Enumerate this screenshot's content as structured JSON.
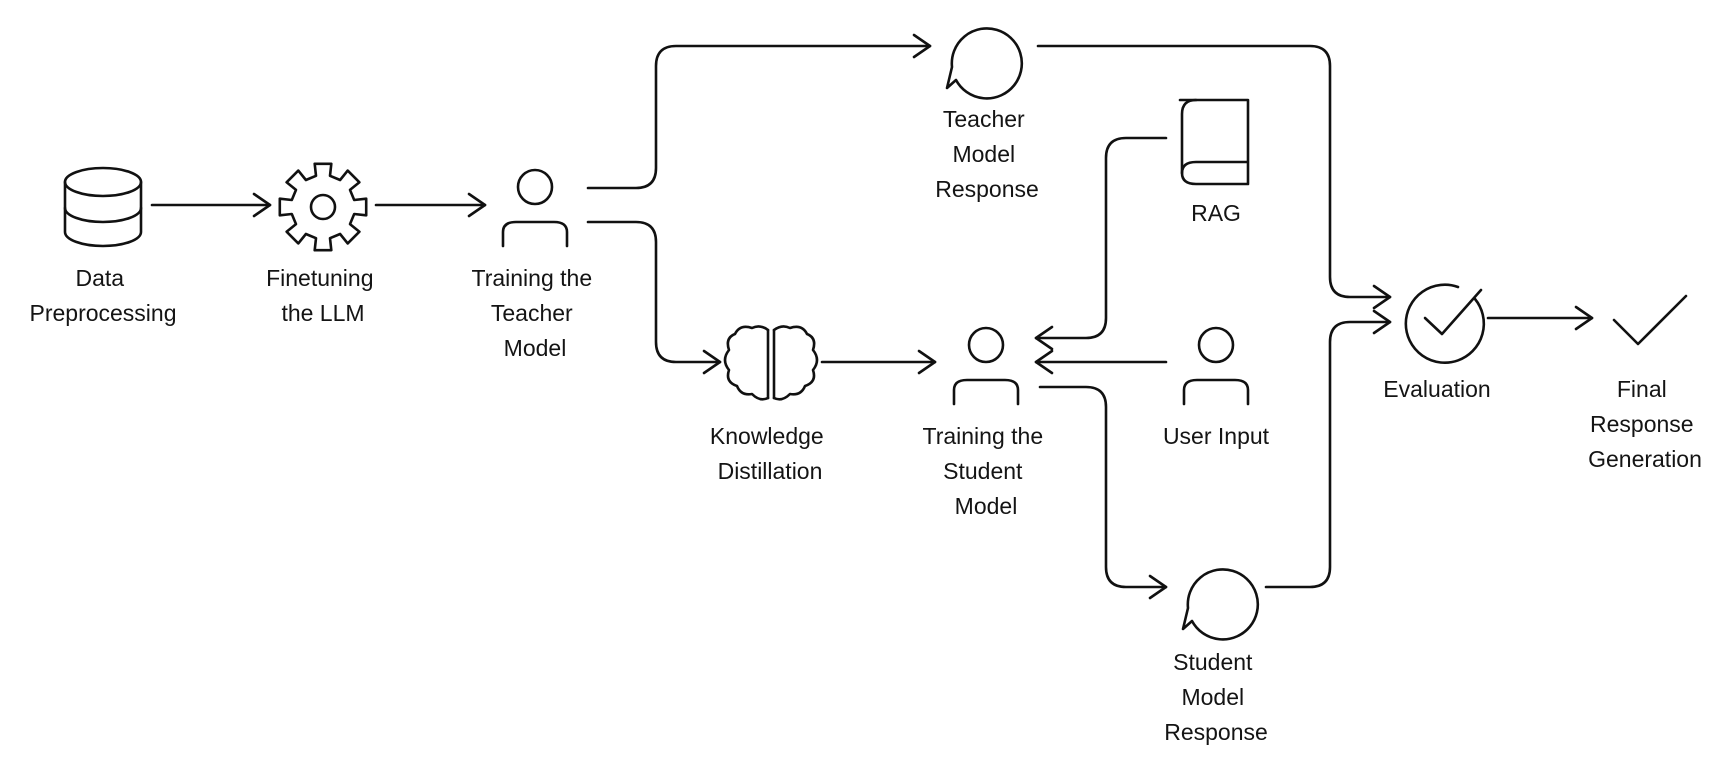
{
  "nodes": {
    "data_preprocessing": {
      "lines": [
        "Data",
        "Preprocessing"
      ],
      "icon": "database-icon"
    },
    "finetuning": {
      "lines": [
        "Finetuning",
        "the LLM"
      ],
      "icon": "gear-icon"
    },
    "training_teacher": {
      "lines": [
        "Training the",
        "Teacher",
        "Model"
      ],
      "icon": "person-icon"
    },
    "teacher_response": {
      "lines": [
        "Teacher",
        "Model",
        "Response"
      ],
      "icon": "speech-bubble-icon"
    },
    "knowledge_distillation": {
      "lines": [
        "Knowledge",
        "Distillation"
      ],
      "icon": "brain-icon"
    },
    "training_student": {
      "lines": [
        "Training the",
        "Student",
        "Model"
      ],
      "icon": "person-icon"
    },
    "rag": {
      "lines": [
        "RAG"
      ],
      "icon": "book-icon"
    },
    "user_input": {
      "lines": [
        "User Input"
      ],
      "icon": "person-icon"
    },
    "student_response": {
      "lines": [
        "Student",
        "Model",
        "Response"
      ],
      "icon": "speech-bubble-icon"
    },
    "evaluation": {
      "lines": [
        "Evaluation"
      ],
      "icon": "check-circle-icon"
    },
    "final_response": {
      "lines": [
        "Final",
        "Response",
        "Generation"
      ],
      "icon": "check-icon"
    }
  },
  "edges": [
    [
      "data_preprocessing",
      "finetuning"
    ],
    [
      "finetuning",
      "training_teacher"
    ],
    [
      "training_teacher",
      "teacher_response"
    ],
    [
      "training_teacher",
      "knowledge_distillation"
    ],
    [
      "knowledge_distillation",
      "training_student"
    ],
    [
      "rag",
      "training_student"
    ],
    [
      "user_input",
      "training_student"
    ],
    [
      "training_student",
      "student_response"
    ],
    [
      "teacher_response",
      "evaluation"
    ],
    [
      "student_response",
      "evaluation"
    ],
    [
      "evaluation",
      "final_response"
    ]
  ]
}
